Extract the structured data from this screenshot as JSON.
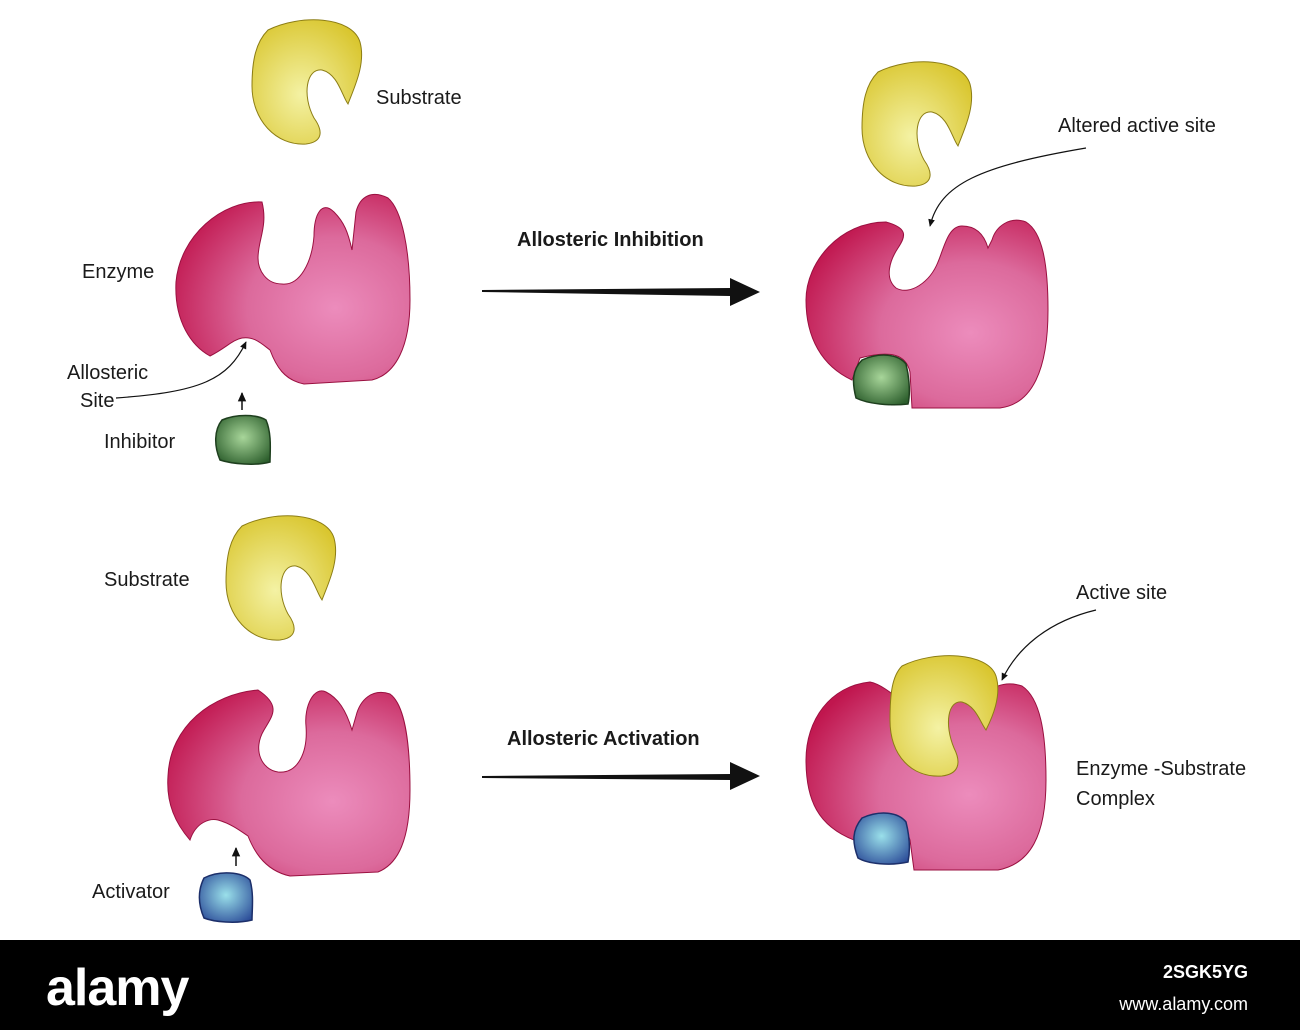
{
  "labels": {
    "substrate_top": "Substrate",
    "enzyme": "Enzyme",
    "allosteric_site_line1": "Allosteric",
    "allosteric_site_line2": "Site",
    "inhibitor": "Inhibitor",
    "allosteric_inhibition": "Allosteric Inhibition",
    "altered_active_site": "Altered active site",
    "substrate_bottom": "Substrate",
    "allosteric_activation": "Allosteric Activation",
    "active_site": "Active site",
    "es_complex_line1": "Enzyme -Substrate",
    "es_complex_line2": "Complex",
    "activator": "Activator"
  },
  "footer": {
    "logo": "alamy",
    "image_id": "2SGK5YG",
    "site": "www.alamy.com"
  },
  "colors": {
    "enzyme": "#c92058",
    "enzyme_light": "#e680b0",
    "substrate": "#e8de5e",
    "inhibitor": "#3d7a3a",
    "activator": "#4a6fb0",
    "arrow": "#111111"
  }
}
